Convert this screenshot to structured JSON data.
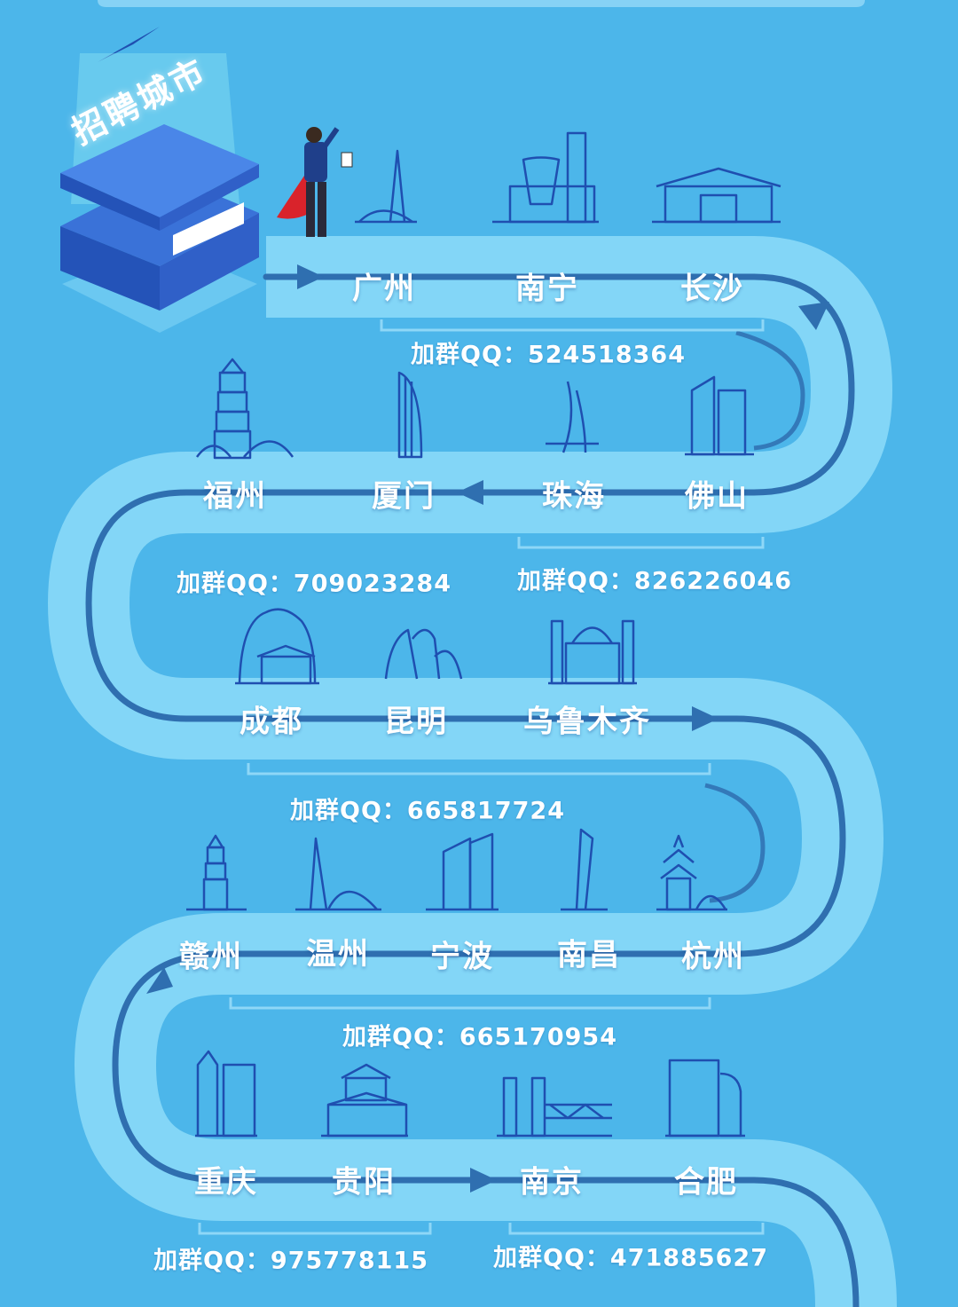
{
  "header": {
    "badge_title": "招聘城市"
  },
  "rows": [
    {
      "cities": [
        "广州",
        "南宁",
        "长沙"
      ],
      "qq_groups": [
        "加群QQ：524518364"
      ]
    },
    {
      "cities": [
        "福州",
        "厦门",
        "珠海",
        "佛山"
      ],
      "qq_groups": [
        "加群QQ：709023284",
        "加群QQ：826226046"
      ]
    },
    {
      "cities": [
        "成都",
        "昆明",
        "乌鲁木齐"
      ],
      "qq_groups": [
        "加群QQ：665817724"
      ]
    },
    {
      "cities": [
        "赣州",
        "温州",
        "宁波",
        "南昌",
        "杭州"
      ],
      "qq_groups": [
        "加群QQ：665170954"
      ]
    },
    {
      "cities": [
        "重庆",
        "贵阳",
        "南京",
        "合肥"
      ],
      "qq_groups": [
        "加群QQ：975778115",
        "加群QQ：471885627"
      ]
    }
  ],
  "icons": {
    "landmarks": [
      "canton-tower-icon",
      "nanning-building-icon",
      "changsha-temple-icon",
      "fuzhou-pagoda-icon",
      "xiamen-tower-icon",
      "zhuhai-fisher-girl-icon",
      "foshan-towers-icon",
      "chengdu-buddha-icon",
      "kunming-stone-forest-icon",
      "urumqi-mosque-icon",
      "ganzhou-pagoda-icon",
      "wenzhou-tower-icon",
      "ningbo-towers-icon",
      "nanchang-monument-icon",
      "hangzhou-leifeng-pagoda-icon",
      "chongqing-towers-icon",
      "guiyang-pavilion-icon",
      "nanjing-bridge-icon",
      "hefei-building-icon"
    ]
  },
  "colors": {
    "background": "#4cb6ea",
    "road": "#8ad9f8",
    "road_arrow": "#2f6fb0",
    "landmark_line": "#1f4fb0",
    "label": "#ffffff"
  }
}
